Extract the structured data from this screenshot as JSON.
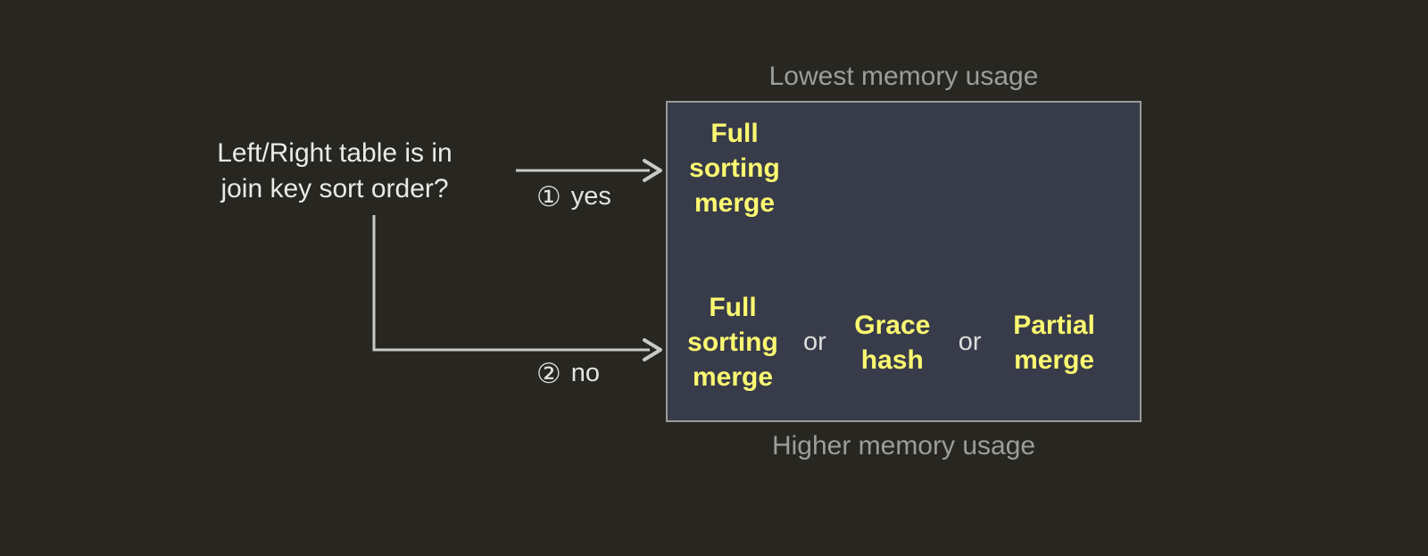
{
  "diagram": {
    "background_color": "#272620",
    "question": {
      "lines": [
        "Left/Right table is in",
        "join key sort order?"
      ]
    },
    "branches": [
      {
        "marker": "①",
        "label": "yes"
      },
      {
        "marker": "②",
        "label": "no"
      }
    ],
    "box": {
      "fill_color": "#383b49",
      "border_color": "#9b9b9b",
      "caption_top": "Lowest memory usage",
      "caption_bottom": "Higher memory usage",
      "accent_color": "#fbf871",
      "rows": [
        {
          "branch": "yes",
          "options": [
            "Full\nsorting\nmerge"
          ],
          "conjunctions": []
        },
        {
          "branch": "no",
          "options": [
            "Full\nsorting\nmerge",
            "Grace\nhash",
            "Partial\nmerge"
          ],
          "conjunctions": [
            "or",
            "or"
          ]
        }
      ]
    }
  }
}
